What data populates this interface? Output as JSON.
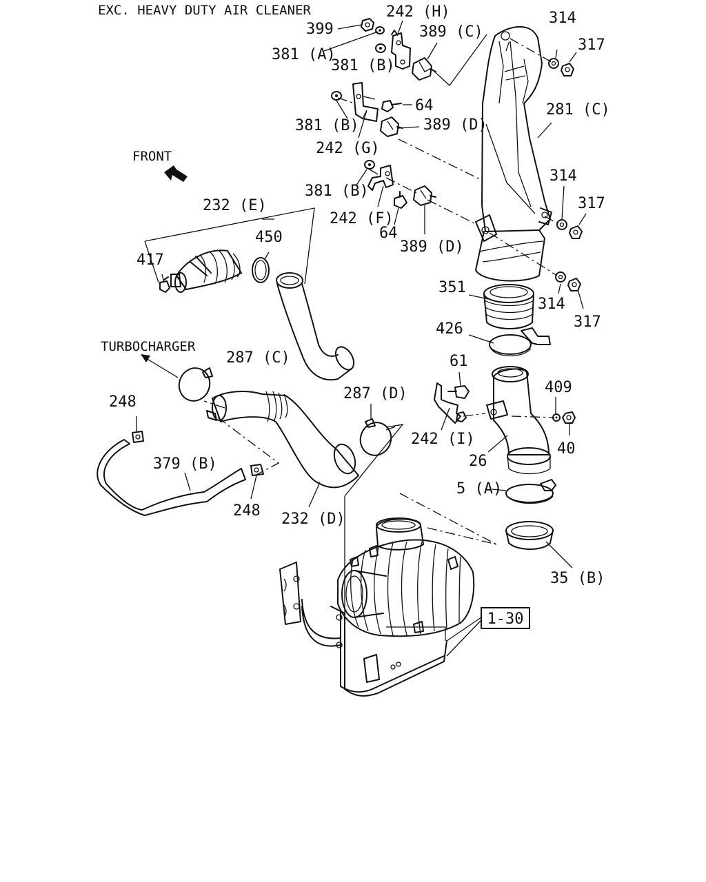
{
  "title": "EXC. HEAVY DUTY AIR CLEANER",
  "labels": {
    "l399": "399",
    "l242H": "242 (H)",
    "l381A": "381 (A)",
    "l381B_1": "381 (B)",
    "l389C": "389 (C)",
    "l314_1": "314",
    "l317_1": "317",
    "l64_1": "64",
    "l381B_2": "381 (B)",
    "l389D_1": "389 (D)",
    "l242G": "242 (G)",
    "l281C": "281 (C)",
    "front": "FRONT",
    "l381B_3": "381 (B)",
    "l242F": "242 (F)",
    "l64_2": "64",
    "l389D_2": "389 (D)",
    "l314_2": "314",
    "l317_2": "317",
    "l232E": "232 (E)",
    "l450": "450",
    "l417": "417",
    "l351": "351",
    "l314_3": "314",
    "l317_3": "317",
    "l426": "426",
    "turbocharger": "TURBOCHARGER",
    "l287C": "287 (C)",
    "l61": "61",
    "l409": "409",
    "l248_1": "248",
    "l287D": "287 (D)",
    "l242I": "242 (I)",
    "l379B": "379 (B)",
    "l26": "26",
    "l40": "40",
    "l5A": "5 (A)",
    "l248_2": "248",
    "l232D": "232 (D)",
    "l35B": "35 (B)",
    "ref130": "1-30"
  }
}
